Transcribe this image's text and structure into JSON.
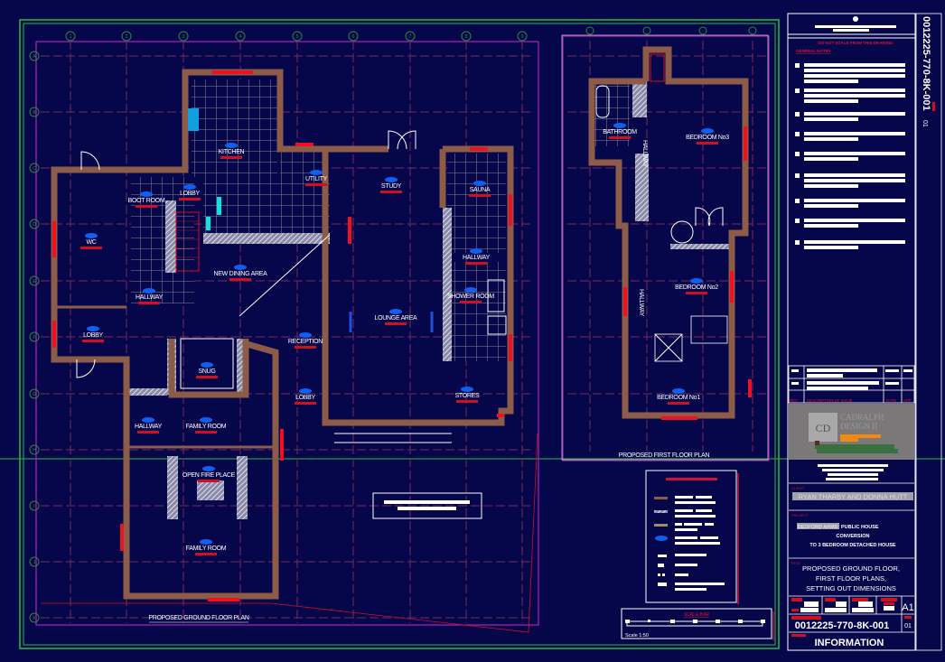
{
  "ground_floor": {
    "title": "PROPOSED GROUND FLOOR PLAN",
    "rooms": {
      "wc": "WC",
      "boot_room": "BOOT ROOM",
      "lobby_top": "LOBBY",
      "kitchen": "KITCHEN",
      "utility": "UTILITY",
      "study": "STUDY",
      "sauna": "SAUNA",
      "hallway_left": "HALLWAY",
      "new_dining_area": "NEW DINING AREA",
      "lounge_area": "LOUNGE AREA",
      "hallway_right": "HALLWAY",
      "shower_room": "SHOWER ROOM",
      "lobby_left": "LOBBY",
      "reception": "RECEPTION",
      "snug": "SNUG",
      "lobby_bottom": "LOBBY",
      "stores": "STORES",
      "hallway_bottom": "HALLWAY",
      "family_room_top": "FAMILY ROOM",
      "open_fire_place": "OPEN FIRE PLACE",
      "family_room_bottom": "FAMILY ROOM"
    }
  },
  "first_floor": {
    "title": "PROPOSED FIRST FLOOR PLAN",
    "rooms": {
      "bathroom": "BATHROOM",
      "hallway_top": "HALLWAY",
      "bedroom_3": "BEDROOM No3",
      "bedroom_2": "BEDROOM No2",
      "hallway_bottom": "HALLWAY",
      "bedroom_1": "BEDROOM No1"
    }
  },
  "grid_rows": [
    "A",
    "B",
    "C",
    "D",
    "E",
    "F",
    "G",
    "H",
    "I",
    "J",
    "K"
  ],
  "grid_cols": [
    "1",
    "2",
    "3",
    "4",
    "5",
    "6",
    "7",
    "8",
    "9"
  ],
  "scale_bar": {
    "title": "SCALE BAR",
    "scale": "Scale 1:50"
  },
  "title_block": {
    "warning": "DO NOT SCALE FROM THIS DRAWING",
    "general_notes": "GENERAL NOTES",
    "revision_header": {
      "rev": "REV",
      "description": "DESCRIPTION OF ISSUE",
      "date": "DATE",
      "app": "APP"
    },
    "logo": {
      "initials": "CD",
      "line1": "CADRALPH",
      "line2": "DESIGN II"
    },
    "client_label": "CLIENT",
    "client": "RYAN THARBY AND DONNA HUTT",
    "project_label": "PROJECT",
    "project_highlight": "BEDFORD ARMS",
    "project_line1": "PUBLIC HOUSE",
    "project_line2": "CONVERSION",
    "project_line3": "TO 3 BEDROOM DETACHED HOUSE",
    "title_label": "TITLE",
    "title_line1": "PROPOSED GROUND FLOOR,",
    "title_line2": "FIRST FLOOR PLANS,",
    "title_line3": "SETTING OUT DIMENSIONS",
    "sheet_size": "A1",
    "drawing_number": "0012225-770-8K-001",
    "revision": "01",
    "status": "INFORMATION",
    "side_drawing_number": "0012225-770-8K-001",
    "side_revision": "01"
  },
  "colors": {
    "background": "#06064a",
    "wall": "#8c5c48",
    "window": "#f01020",
    "label_bubble": "#1060f0",
    "border": "#20c040",
    "frame": "#b020c0"
  }
}
